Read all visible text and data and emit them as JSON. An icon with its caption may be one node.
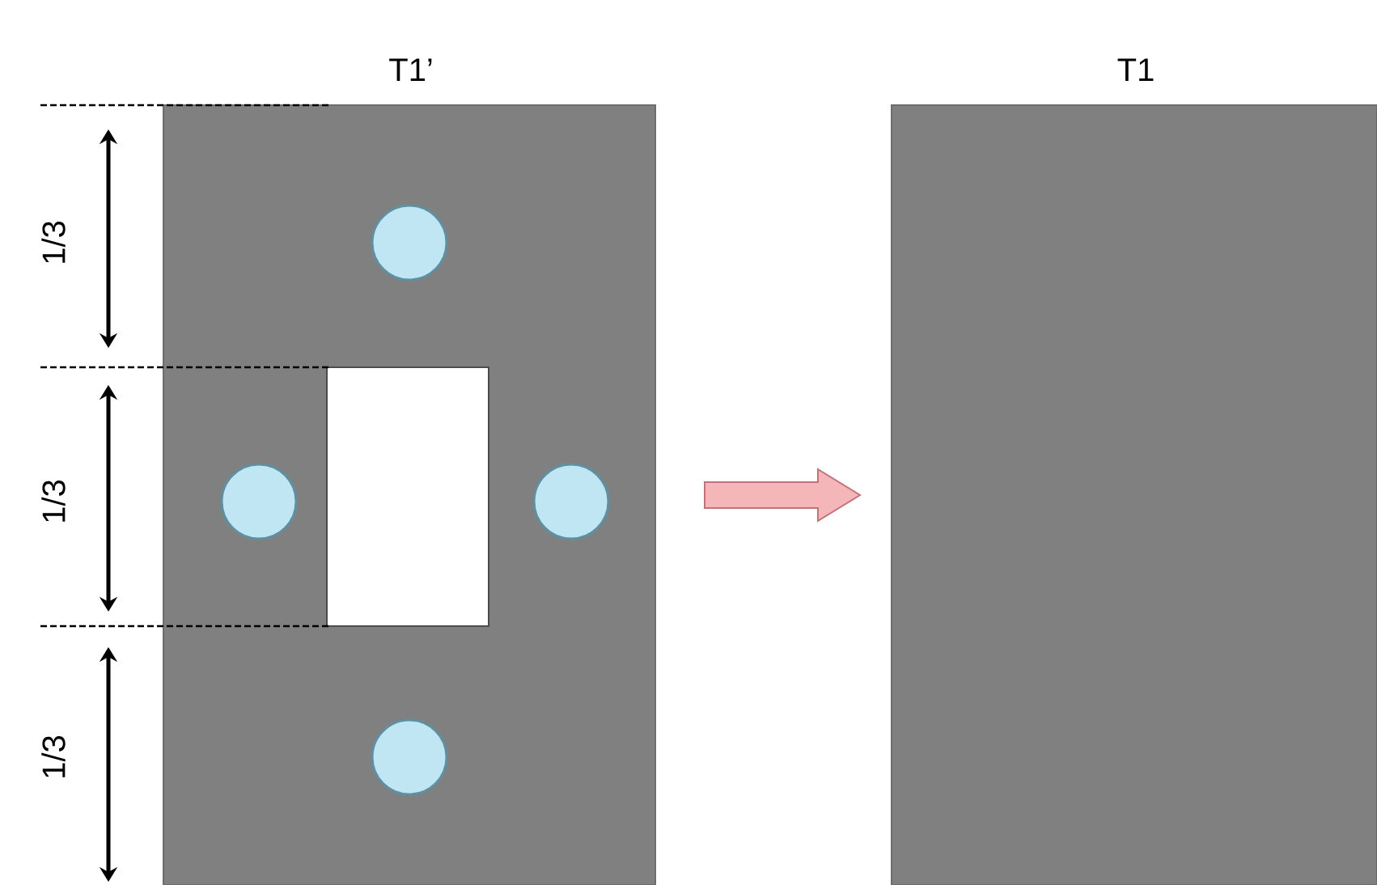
{
  "diagram": {
    "nodes": [
      {
        "text": [
          "T1’"
        ]
      },
      {
        "text": [
          "T1"
        ]
      }
    ],
    "edges": [
      {
        "from": 0,
        "to": 1,
        "arrow": "to"
      }
    ],
    "labels": [
      "1/3",
      "1/3",
      "1/3"
    ]
  }
}
